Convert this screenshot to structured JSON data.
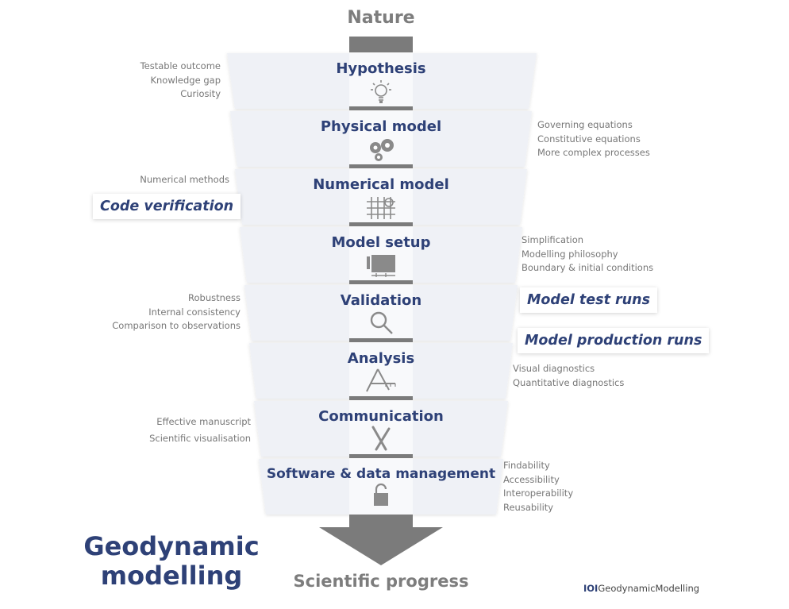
{
  "top_label": "Nature",
  "bottom_label": "Scientific progress",
  "brand": {
    "line1": "Geodynamic",
    "line2": "modelling"
  },
  "credit": {
    "bold": "IOI",
    "text": "GeodynamicModelling"
  },
  "stages": [
    {
      "title": "Hypothesis",
      "icon": "lightbulb-icon"
    },
    {
      "title": "Physical model",
      "icon": "gears-icon"
    },
    {
      "title": "Numerical model",
      "icon": "grid-mesh-icon"
    },
    {
      "title": "Model setup",
      "icon": "model-box-icon"
    },
    {
      "title": "Validation",
      "icon": "magnifier-icon"
    },
    {
      "title": "Analysis",
      "icon": "compass-ruler-icon"
    },
    {
      "title": "Communication",
      "icon": "pen-brush-icon"
    },
    {
      "title": "Software & data management",
      "icon": "padlock-icon"
    }
  ],
  "notes": {
    "hypothesis": [
      "Testable outcome",
      "Knowledge gap",
      "Curiosity"
    ],
    "physical_model": [
      "Governing equations",
      "Constitutive equations",
      "More complex processes"
    ],
    "numerical_model": [
      "Numerical methods"
    ],
    "model_setup": [
      "Simplification",
      "Modelling philosophy",
      "Boundary & initial conditions"
    ],
    "validation": [
      "Robustness",
      "Internal consistency",
      "Comparison to observations"
    ],
    "analysis": [
      "Visual diagnostics",
      "Quantitative diagnostics"
    ],
    "communication": [
      "Effective manuscript",
      "Scientific visualisation"
    ],
    "software": [
      "Findability",
      "Accessibility",
      "Interoperability",
      "Reusability"
    ]
  },
  "callouts": {
    "code_verification": "Code verification",
    "model_test_runs": "Model test runs",
    "model_production_runs": "Model production runs"
  },
  "colors": {
    "navy": "#2e4177",
    "grey_arrow": "#7b7b7b",
    "stage_fill": "#eff1f6",
    "note_text": "#777777"
  }
}
